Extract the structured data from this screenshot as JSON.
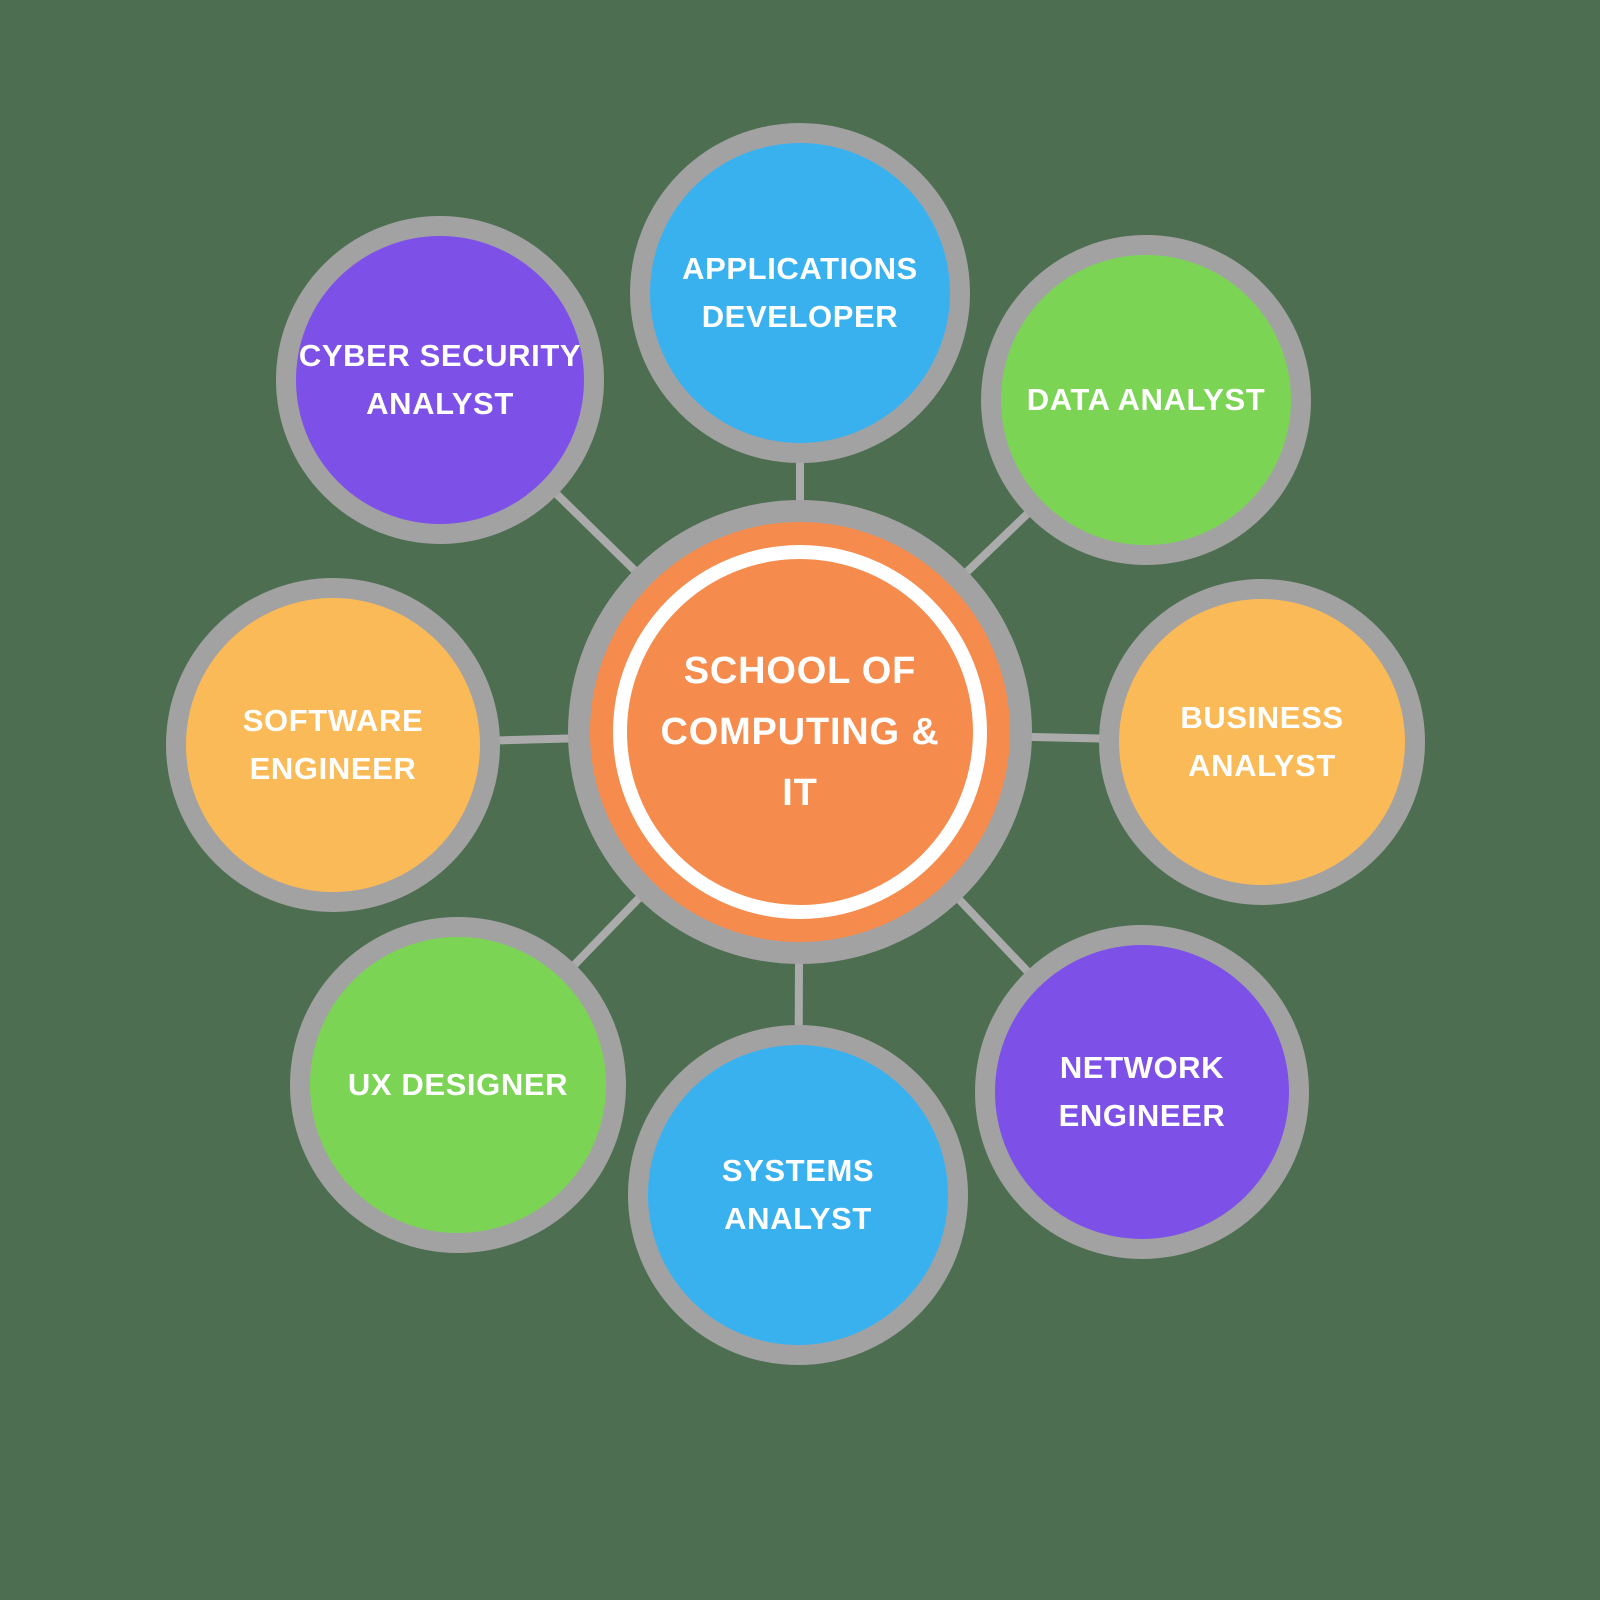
{
  "colors": {
    "background": "#4e6e51",
    "ring": "#a2a2a2",
    "connector": "#ababab",
    "label_text": "#ffffff"
  },
  "center_node": {
    "label": "SCHOOL OF COMPUTING & IT",
    "lines": [
      "SCHOOL OF",
      "COMPUTING &",
      "IT"
    ],
    "fill": "#f58b4c",
    "inner_ring": "#ffffff"
  },
  "nodes": [
    {
      "id": "applications-developer",
      "label": "APPLICATIONS DEVELOPER",
      "lines": [
        "APPLICATIONS",
        "DEVELOPER"
      ],
      "fill": "#3ab1ef"
    },
    {
      "id": "data-analyst",
      "label": "DATA ANALYST",
      "lines": [
        "DATA ANALYST"
      ],
      "fill": "#7cd455"
    },
    {
      "id": "business-analyst",
      "label": "BUSINESS ANALYST",
      "lines": [
        "BUSINESS",
        "ANALYST"
      ],
      "fill": "#fbba58"
    },
    {
      "id": "network-engineer",
      "label": "NETWORK ENGINEER",
      "lines": [
        "NETWORK",
        "ENGINEER"
      ],
      "fill": "#7d50e8"
    },
    {
      "id": "systems-analyst",
      "label": "SYSTEMS ANALYST",
      "lines": [
        "SYSTEMS",
        "ANALYST"
      ],
      "fill": "#3ab1ef"
    },
    {
      "id": "ux-designer",
      "label": "UX DESIGNER",
      "lines": [
        "UX DESIGNER"
      ],
      "fill": "#7cd455"
    },
    {
      "id": "software-engineer",
      "label": "SOFTWARE ENGINEER",
      "lines": [
        "SOFTWARE",
        "ENGINEER"
      ],
      "fill": "#fbba58"
    },
    {
      "id": "cyber-security-analyst",
      "label": "CYBER SECURITY ANALYST",
      "lines": [
        "CYBER SECURITY",
        "ANALYST"
      ],
      "fill": "#7d50e8"
    }
  ]
}
